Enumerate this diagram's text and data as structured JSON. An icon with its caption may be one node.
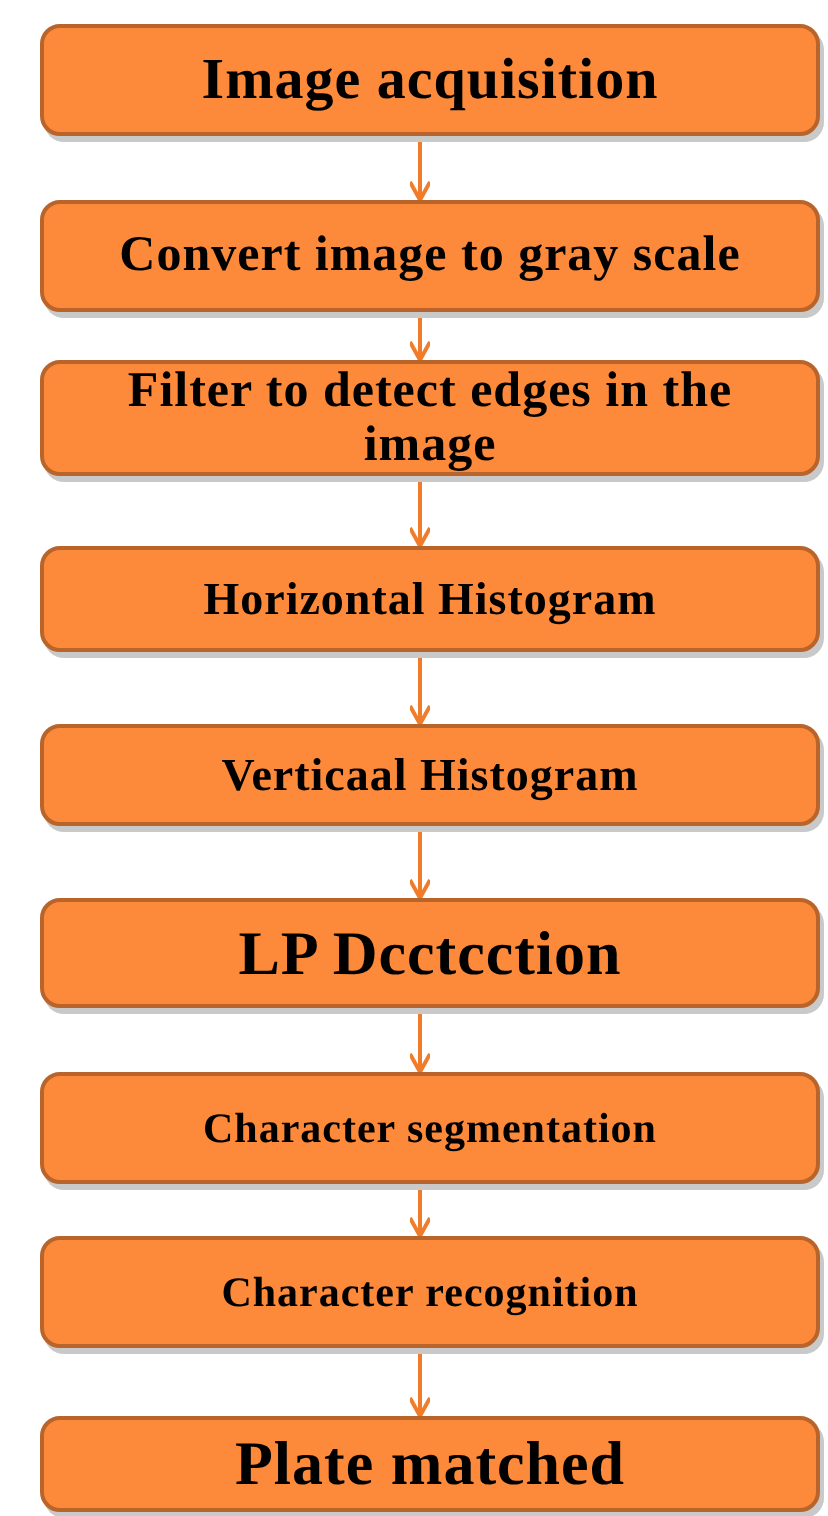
{
  "diagram": {
    "nodes": [
      {
        "text": [
          "Image acquisition"
        ]
      },
      {
        "text": [
          "Convert image to gray scale"
        ]
      },
      {
        "text": [
          "Filter to detect edges in the image"
        ]
      },
      {
        "text": [
          "Horizontal Histogram"
        ]
      },
      {
        "text": [
          "Verticaal Histogram"
        ]
      },
      {
        "text": [
          "LP Dcctcction"
        ]
      },
      {
        "text": [
          "Character segmentation"
        ]
      },
      {
        "text": [
          "Character recognition"
        ]
      },
      {
        "text": [
          "Plate matched"
        ]
      }
    ],
    "edges": [
      {
        "from": 0,
        "to": 1,
        "arrow": "to"
      },
      {
        "from": 1,
        "to": 2,
        "arrow": "to"
      },
      {
        "from": 2,
        "to": 3,
        "arrow": "to"
      },
      {
        "from": 3,
        "to": 4,
        "arrow": "to"
      },
      {
        "from": 4,
        "to": 5,
        "arrow": "to"
      },
      {
        "from": 5,
        "to": 6,
        "arrow": "to"
      },
      {
        "from": 6,
        "to": 7,
        "arrow": "to"
      },
      {
        "from": 7,
        "to": 8,
        "arrow": "to"
      }
    ]
  }
}
